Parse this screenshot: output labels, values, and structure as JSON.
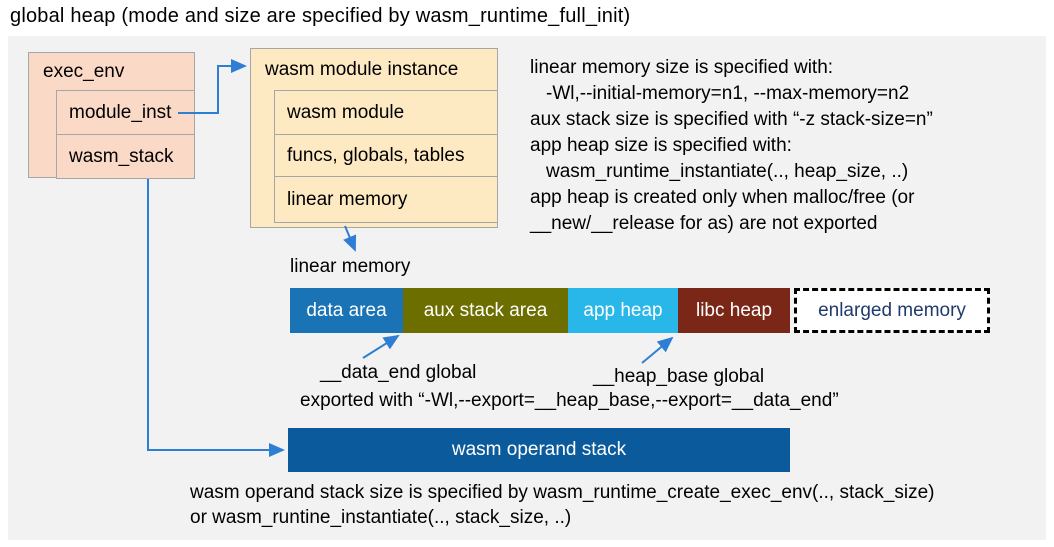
{
  "title": "global heap (mode and size are specified by wasm_runtime_full_init)",
  "exec_env": {
    "header": "exec_env",
    "module_inst": "module_inst",
    "wasm_stack": "wasm_stack"
  },
  "module_instance": {
    "header": "wasm module instance",
    "rows": [
      "wasm module",
      "funcs, globals, tables",
      "linear memory"
    ]
  },
  "notes": {
    "lines": [
      "linear memory size is specified with:",
      "-Wl,--initial-memory=n1, --max-memory=n2",
      "aux stack size is specified with “-z stack-size=n”",
      "app heap size is specified with:",
      "wasm_runtime_instantiate(.., heap_size, ..)",
      "app heap is created only when malloc/free (or",
      "__new/__release for as) are not exported"
    ]
  },
  "linear_memory": {
    "label": "linear memory",
    "segments": [
      {
        "label": "data area",
        "color": "#1a73b5"
      },
      {
        "label": "aux stack area",
        "color": "#6c6e00"
      },
      {
        "label": "app heap",
        "color": "#29b7ea"
      },
      {
        "label": "libc heap",
        "color": "#7b2718"
      },
      {
        "label": "enlarged memory",
        "color": "#ffffff",
        "text_color": "#1f3a6d",
        "border": "dashed"
      }
    ],
    "data_end_label": "__data_end global",
    "heap_base_label": "__heap_base global",
    "export_note": "exported with “-Wl,--export=__heap_base,--export=__data_end”"
  },
  "operand_stack": {
    "label": "wasm operand stack",
    "color": "#0b5a9b",
    "note_line1": "wasm operand stack size is specified by wasm_runtime_create_exec_env(.., stack_size)",
    "note_line2": "or wasm_runtine_instantiate(.., stack_size, ..)"
  },
  "palette": {
    "canvas_bg": "#f2f2f2",
    "box_pink": "#fbd9c7",
    "box_cream": "#fdeac3",
    "border_gray": "#a6a6a6",
    "arrow_blue": "#2e7fd4"
  }
}
